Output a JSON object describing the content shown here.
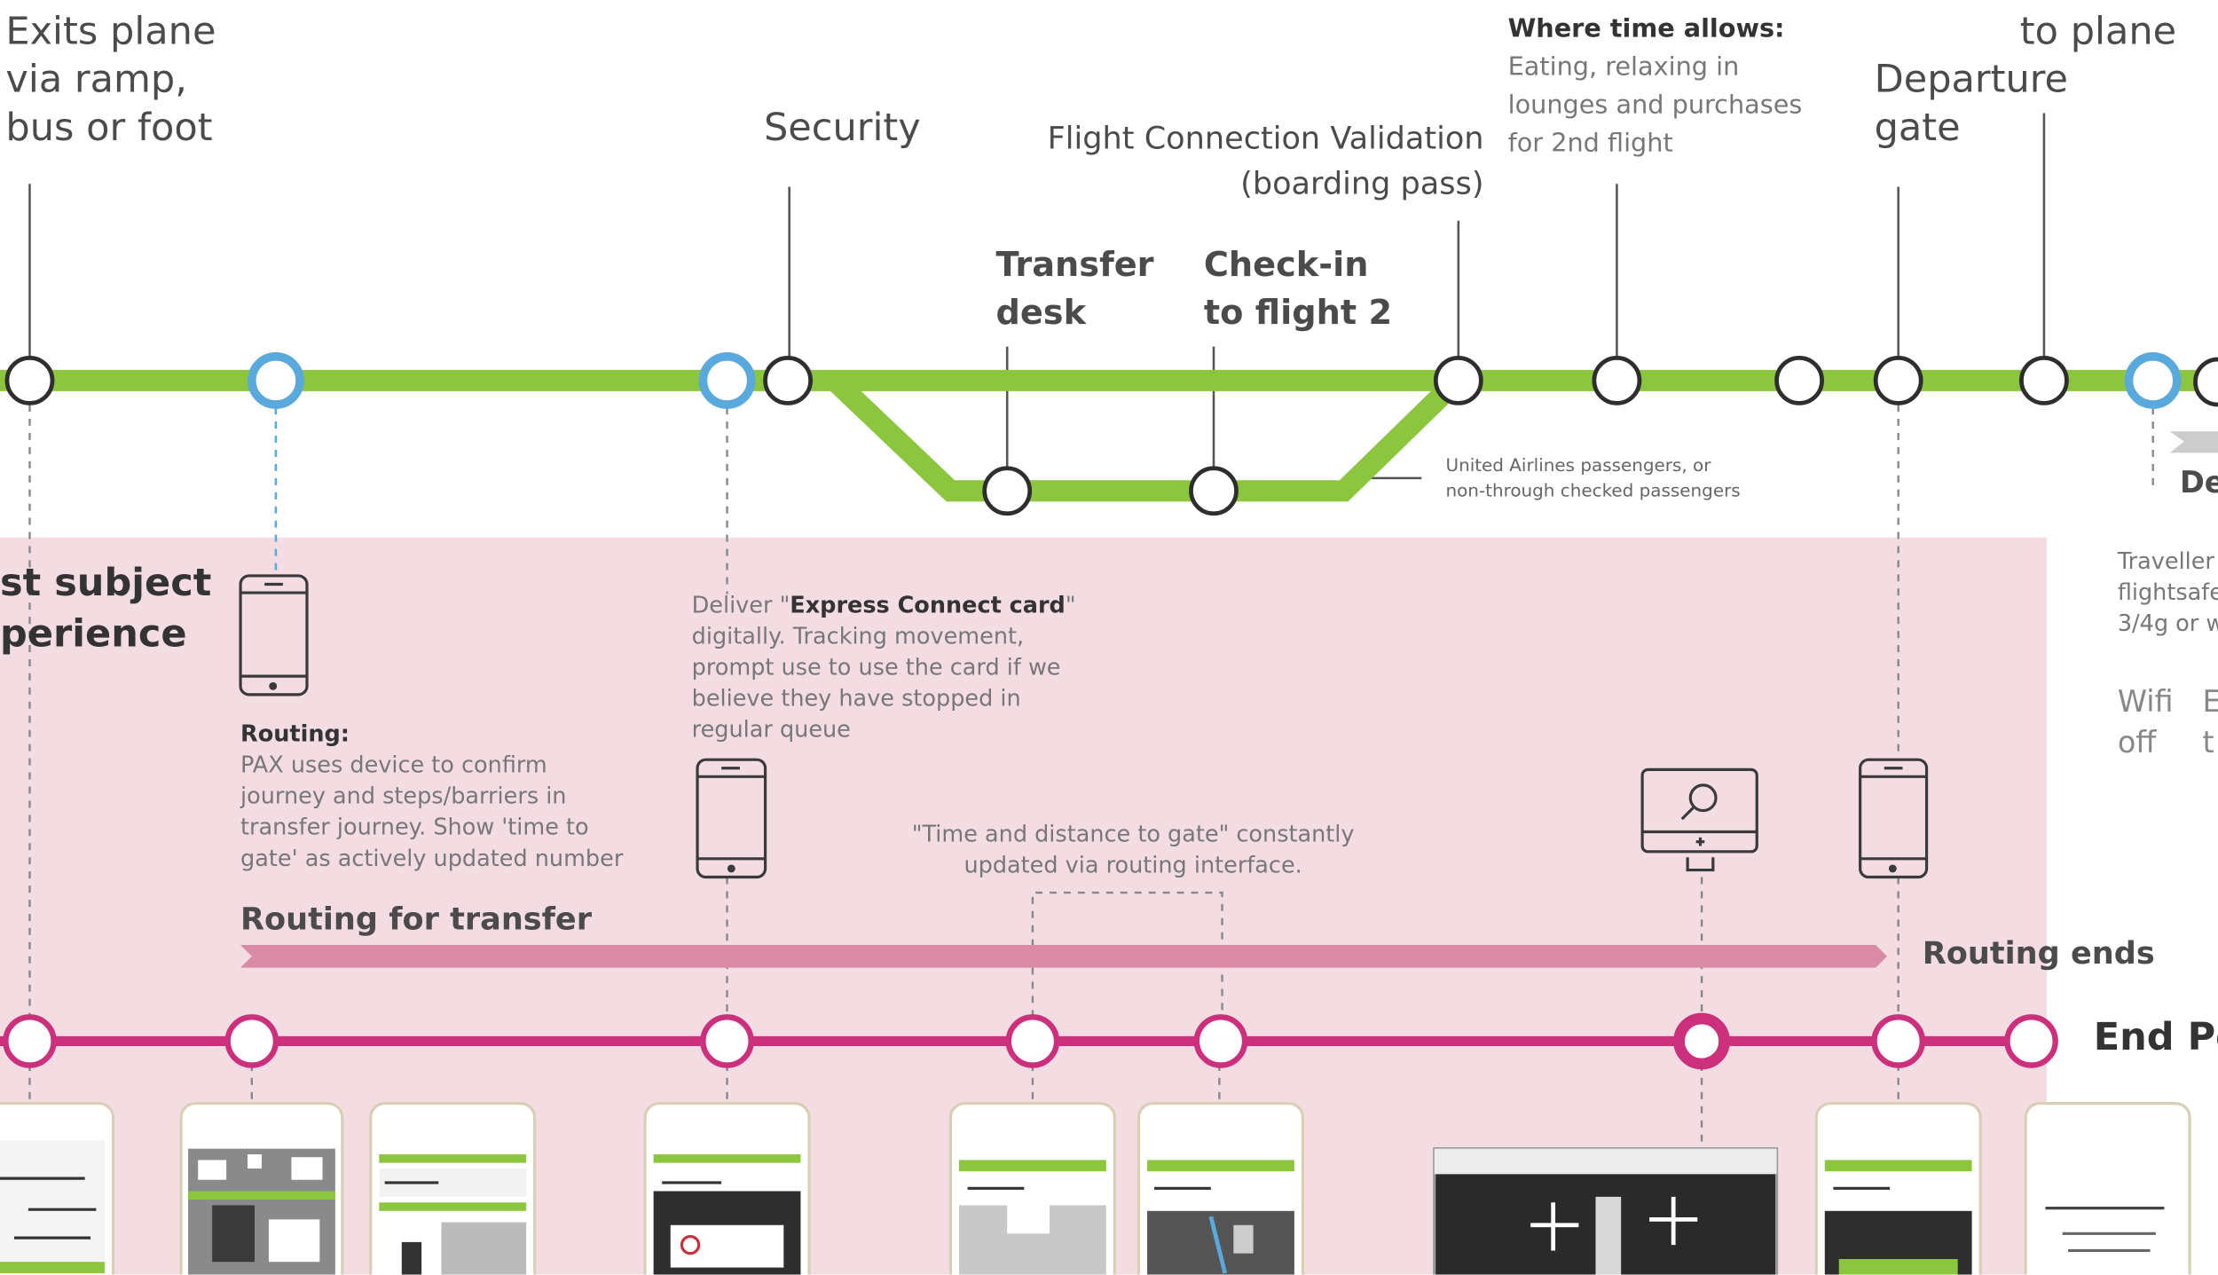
{
  "top_labels": {
    "exits_plane": [
      "Exits plane",
      "via ramp,",
      "bus or foot"
    ],
    "security": "Security",
    "flight_connection": [
      "Flight Connection Validation",
      "(boarding pass)"
    ],
    "transfer_desk": [
      "Transfer",
      "desk"
    ],
    "check_in": [
      "Check-in",
      "to flight 2"
    ],
    "where_time": {
      "heading": "Where time allows:",
      "lines": [
        "Eating, relaxing in",
        "lounges and purchases",
        "for 2nd flight"
      ]
    },
    "departure_gate": [
      "Departure",
      "gate"
    ],
    "to_plane": "to plane"
  },
  "branch_note": [
    "United Airlines passengers, or",
    "non-through checked passengers"
  ],
  "panel": {
    "title": [
      "st subject",
      "perience"
    ],
    "routing_heading": "Routing:",
    "routing_lines": [
      "PAX uses device to confirm",
      "journey and steps/barriers in",
      "transfer journey. Show 'time to",
      "gate' as actively updated number"
    ],
    "express_pre": "Deliver \"",
    "express_bold": "Express Connect card",
    "express_post": "\"",
    "express_lines": [
      "digitally. Tracking movement,",
      "prompt use to use the card if we",
      "believe they have stopped in",
      "regular queue"
    ],
    "time_distance": [
      "\"Time and distance to gate\" constantly",
      "updated via routing interface."
    ],
    "routing_for_transfer": "Routing for transfer",
    "routing_ends": "Routing ends",
    "end_point": "End Po"
  },
  "right_cut": {
    "de": "De",
    "traveller_lines": [
      "Traveller",
      "flightsafe",
      "3/4g or w"
    ],
    "wifi": [
      "Wifi",
      "off"
    ],
    "e_t": [
      "E",
      "t"
    ]
  },
  "colors": {
    "green_line": "#8cc63f",
    "blue_node": "#5aa9dd",
    "magenta_line": "#cc2f7c",
    "panel_pink": "#f3dde2",
    "routing_bar": "#d98aa4"
  },
  "icons": [
    "phone-icon",
    "search-monitor-icon"
  ]
}
